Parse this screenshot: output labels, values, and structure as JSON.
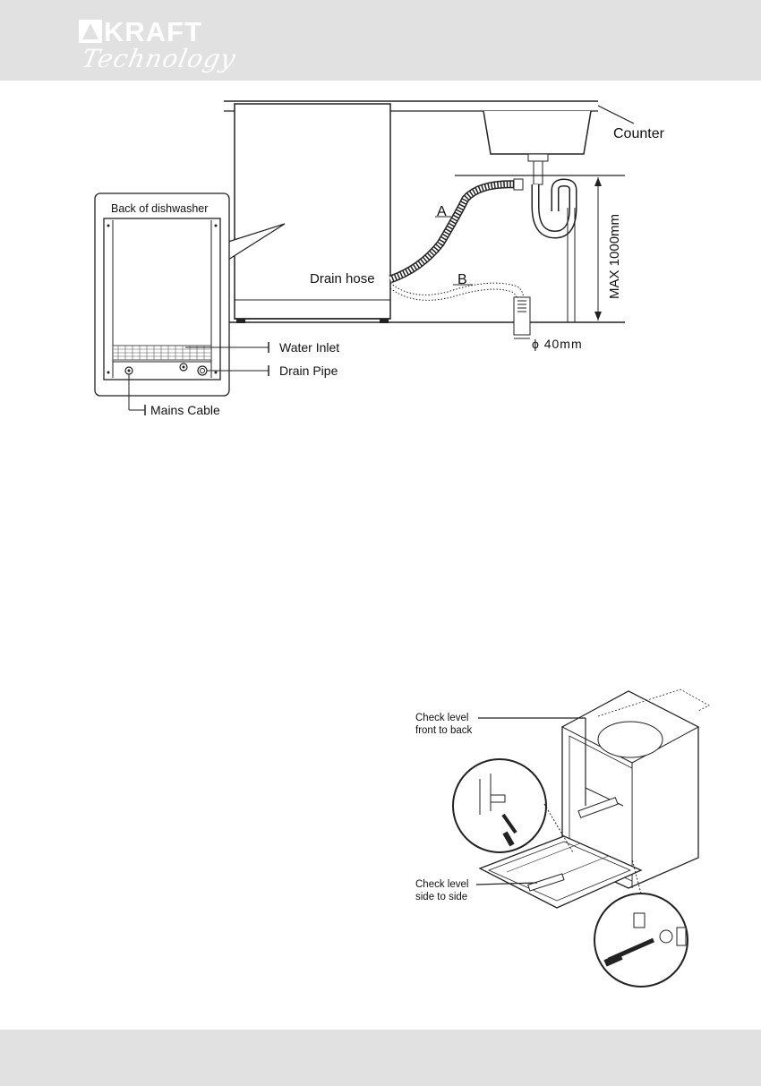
{
  "header": {
    "brand_word": "KRAFT",
    "brand_script": "Technology"
  },
  "drain_figure": {
    "back_panel_title": "Back of dishwasher",
    "label_counter": "Counter",
    "label_a": "A",
    "label_b": "B",
    "label_drain_hose": "Drain hose",
    "label_max_height": "MAX 1000mm",
    "label_diameter": "ϕ 40mm",
    "label_water_inlet": "Water Inlet",
    "label_drain_pipe": "Drain Pipe",
    "label_mains_cable": "Mains Cable"
  },
  "level_figure": {
    "label_front_to_back": [
      "Check level",
      "front to back"
    ],
    "label_side_to_side": [
      "Check level",
      "side to side"
    ]
  }
}
